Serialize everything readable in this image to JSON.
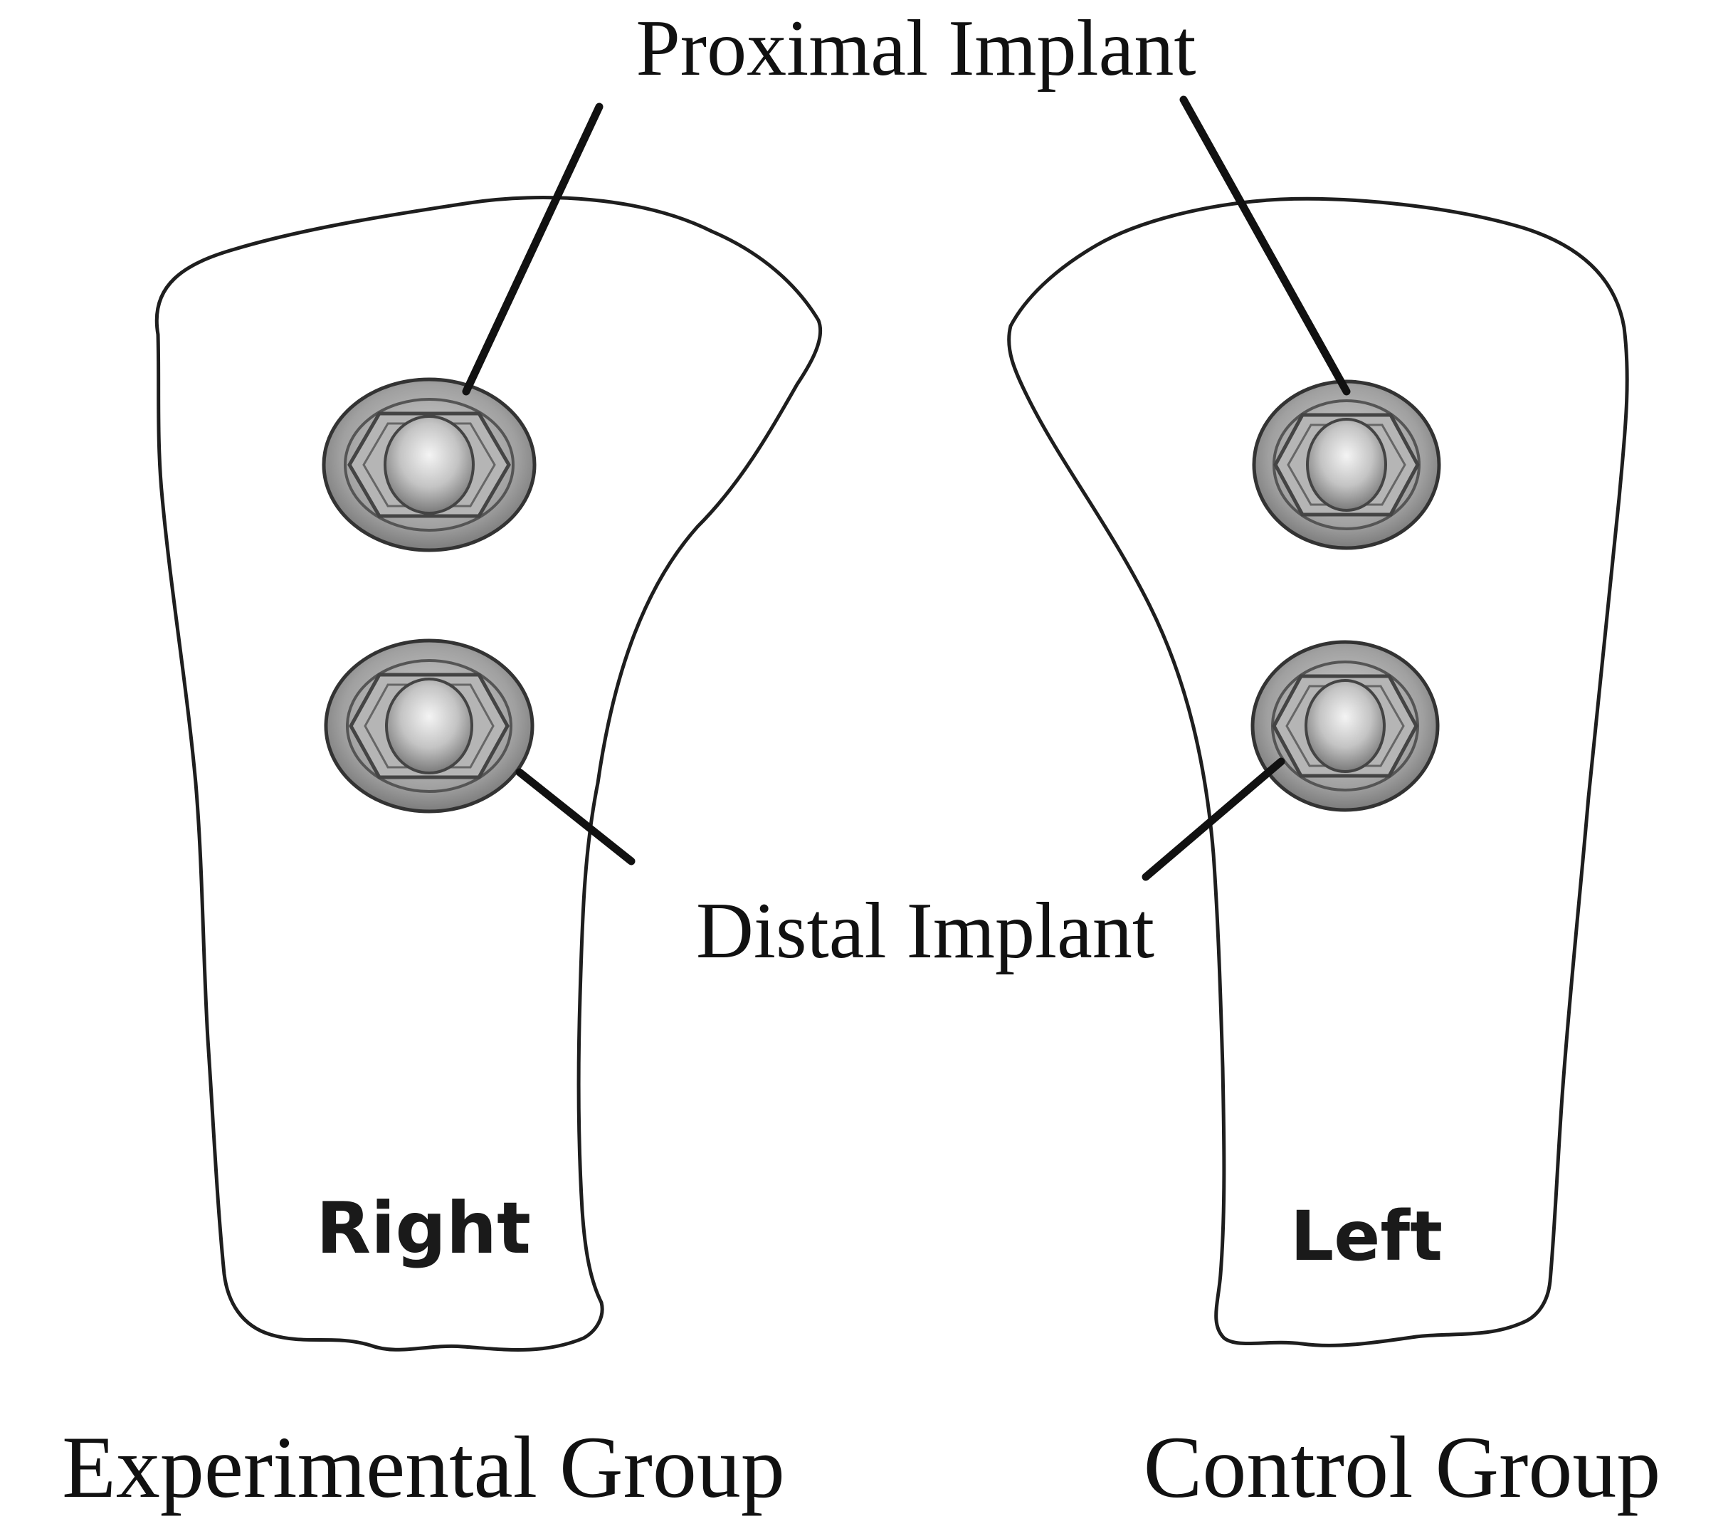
{
  "labels": {
    "proximal_implant": "Proximal Implant",
    "distal_implant": "Distal Implant",
    "right": "Right",
    "left": "Left",
    "experimental_group": "Experimental Group",
    "control_group": "Control Group"
  },
  "implant_colors": {
    "outer_ring": "#8a8a8a",
    "inner_fill": "#c8c8c8",
    "highlight": "#f2f2f2",
    "outline": "#333333"
  },
  "line_color": "#111111",
  "outline_color": "#1e1e1e"
}
